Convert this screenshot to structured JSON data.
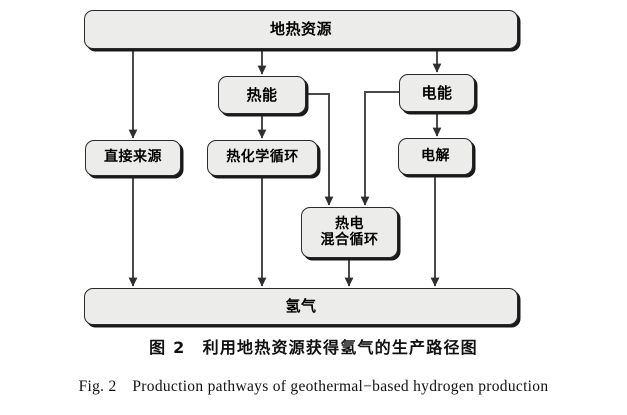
{
  "figure": {
    "caption_cn": "图 2　利用地热资源获得氢气的生产路径图",
    "caption_en": "Fig. 2　Production pathways of geothermal−based hydrogen production"
  },
  "colors": {
    "node_fill": "#ececeb",
    "node_border": "#2a2a2a",
    "node_shadow": "#1a1a1a",
    "connector": "#3a3a3a",
    "background": "#ffffff"
  },
  "diagram": {
    "type": "flowchart",
    "nodes": [
      {
        "id": "geothermal",
        "label": "地热资源",
        "level": "source"
      },
      {
        "id": "thermal",
        "label": "热能",
        "level": "energy-form"
      },
      {
        "id": "electric",
        "label": "电能",
        "level": "energy-form"
      },
      {
        "id": "direct",
        "label": "直接来源",
        "level": "pathway"
      },
      {
        "id": "thermochem",
        "label": "热化学循环",
        "level": "pathway"
      },
      {
        "id": "electrolysis",
        "label": "电解",
        "level": "pathway"
      },
      {
        "id": "hybrid",
        "label": "热电\n混合循环",
        "level": "pathway"
      },
      {
        "id": "hydrogen",
        "label": "氢气",
        "level": "product"
      }
    ],
    "edges": [
      {
        "from": "geothermal",
        "to": "direct"
      },
      {
        "from": "geothermal",
        "to": "thermal"
      },
      {
        "from": "geothermal",
        "to": "electric"
      },
      {
        "from": "thermal",
        "to": "thermochem"
      },
      {
        "from": "thermal",
        "to": "hybrid"
      },
      {
        "from": "electric",
        "to": "electrolysis"
      },
      {
        "from": "electric",
        "to": "hybrid"
      },
      {
        "from": "direct",
        "to": "hydrogen"
      },
      {
        "from": "thermochem",
        "to": "hydrogen"
      },
      {
        "from": "hybrid",
        "to": "hydrogen"
      },
      {
        "from": "electrolysis",
        "to": "hydrogen"
      }
    ]
  }
}
